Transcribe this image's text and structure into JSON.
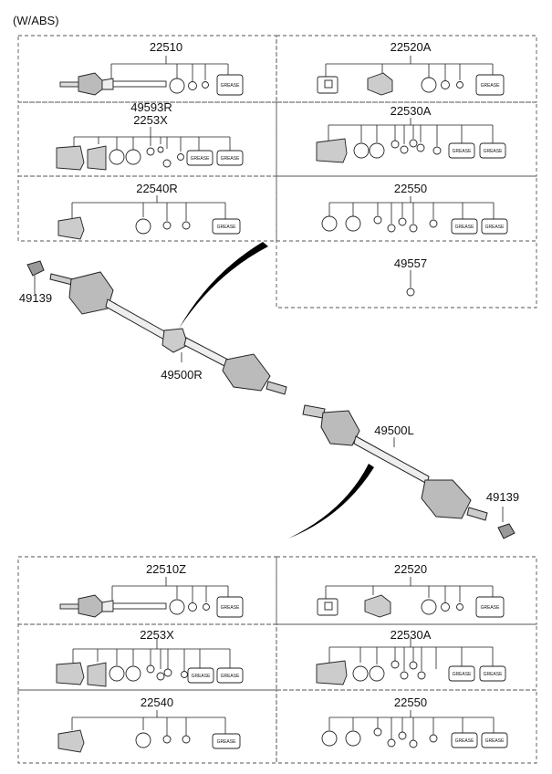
{
  "header": {
    "note": "(W/ABS)"
  },
  "panels_top": [
    {
      "id": "p1",
      "labels": [
        "22510"
      ]
    },
    {
      "id": "p2",
      "labels": [
        "22520A"
      ]
    },
    {
      "id": "p3",
      "labels": [
        "49593R",
        "2253X"
      ]
    },
    {
      "id": "p4",
      "labels": [
        "22530A"
      ]
    },
    {
      "id": "p5",
      "labels": [
        "22540R"
      ]
    },
    {
      "id": "p6",
      "labels": [
        "22550"
      ]
    },
    {
      "id": "p7",
      "labels": [
        "49557"
      ]
    }
  ],
  "panels_bottom": [
    {
      "id": "b1",
      "labels": [
        "22510Z"
      ]
    },
    {
      "id": "b2",
      "labels": [
        "22520"
      ]
    },
    {
      "id": "b3",
      "labels": [
        "2253X"
      ]
    },
    {
      "id": "b4",
      "labels": [
        "22530A"
      ]
    },
    {
      "id": "b5",
      "labels": [
        "22540"
      ]
    },
    {
      "id": "b6",
      "labels": [
        "22550"
      ]
    }
  ],
  "shaft_callouts": {
    "nut_left": "49139",
    "shaft_right": "49500R",
    "shaft_left": "49500L",
    "nut_right": "49139"
  },
  "grease_text": "GREASE"
}
